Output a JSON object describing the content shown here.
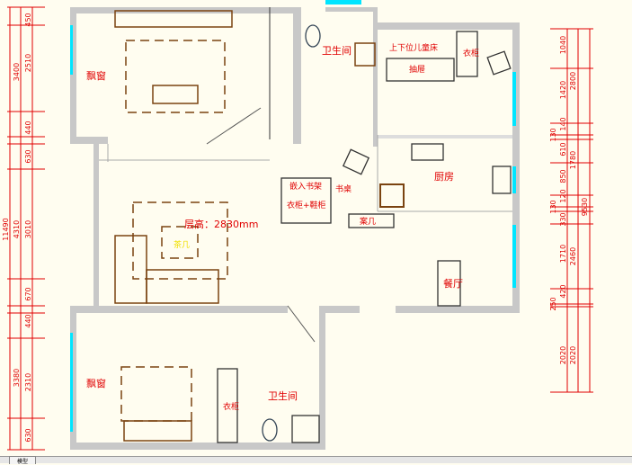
{
  "rooms": {
    "bay_window_top": "飘窗",
    "bay_window_bottom": "飘窗",
    "bathroom_top": "卫生间",
    "bathroom_bottom": "卫生间",
    "bunk_bed": "上下位儿童床",
    "drawer": "抽屉",
    "wardrobe_top": "衣柜",
    "kitchen": "厨房",
    "dining": "餐厅",
    "bookshelf": "嵌入书架",
    "desk": "书桌",
    "wardrobe_shoe": "衣柜+鞋柜",
    "tea_table": "案几",
    "coffee_table": "茶几",
    "ceiling_height": "层高：2830mm",
    "wardrobe_bottom": "衣柜"
  },
  "dimensions": {
    "left_total": "11490",
    "left_mid": [
      "3400",
      "4310",
      "3380"
    ],
    "left_inner": [
      "450",
      "2510",
      "440",
      "630",
      "3010",
      "670",
      "440",
      "2310",
      "630"
    ],
    "right_total": "9530",
    "right_mid": [
      "2800",
      "1780",
      "2460",
      "2020"
    ],
    "right_inner": [
      "1040",
      "1420",
      "140",
      "130",
      "610",
      "850",
      "120",
      "130",
      "330",
      "1710",
      "420",
      "250",
      "2020"
    ]
  },
  "tabs": {
    "model": "模型"
  }
}
